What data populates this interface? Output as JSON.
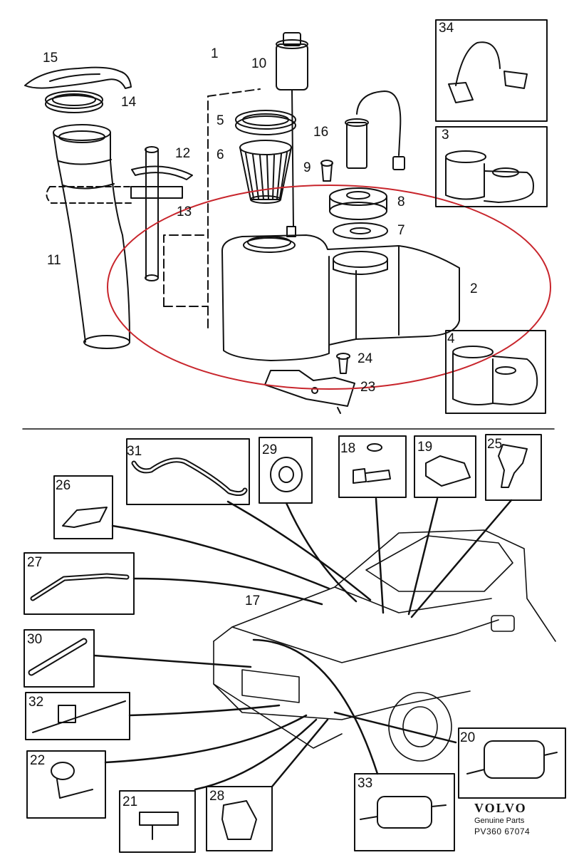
{
  "callouts": {
    "c1": "1",
    "c2": "2",
    "c3": "3",
    "c4": "4",
    "c5": "5",
    "c6": "6",
    "c7": "7",
    "c8": "8",
    "c9": "9",
    "c10": "10",
    "c11": "11",
    "c12": "12",
    "c13": "13",
    "c14": "14",
    "c15": "15",
    "c16": "16",
    "c17": "17",
    "c18": "18",
    "c19": "19",
    "c20": "20",
    "c21": "21",
    "c22": "22",
    "c23": "23",
    "c24": "24",
    "c25": "25",
    "c26": "26",
    "c27": "27",
    "c28": "28",
    "c29": "29",
    "c30": "30",
    "c31": "31",
    "c32": "32",
    "c33": "33",
    "c34": "34"
  },
  "brand": {
    "name": "VOLVO",
    "tagline": "Genuine Parts",
    "code": "PV360 67074"
  },
  "colors": {
    "ink": "#111111",
    "highlight_ellipse": "#c8252c",
    "paper": "#ffffff"
  },
  "icons": {
    "reservoir": "washer-fluid-reservoir",
    "pump": "washer-pump",
    "car": "sedan-front-view"
  }
}
